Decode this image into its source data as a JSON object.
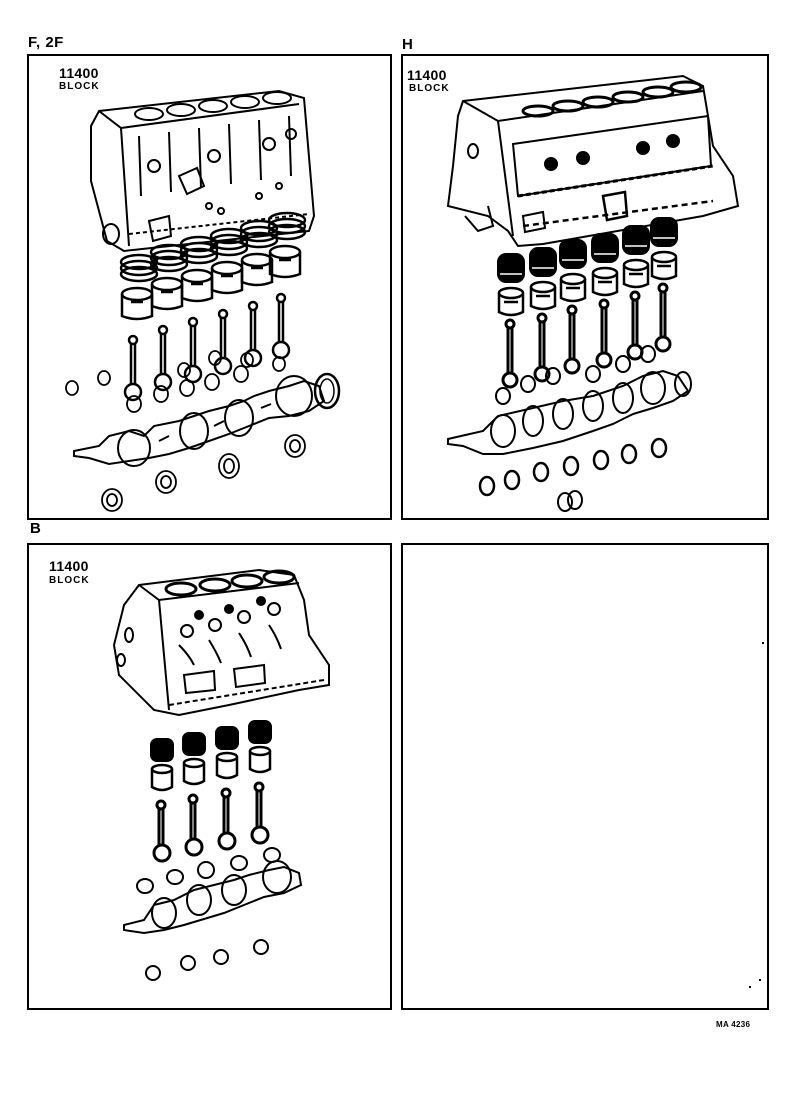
{
  "page": {
    "reference_code": "MA 4236",
    "colors": {
      "ink": "#000000",
      "paper": "#ffffff"
    }
  },
  "panels": [
    {
      "variant": "F, 2F",
      "part_number": "11400",
      "part_name": "BLOCK",
      "components": [
        "cylinder-block",
        "piston-rings",
        "pistons",
        "connecting-rods",
        "bearings",
        "crankshaft",
        "oil-seal"
      ],
      "cylinders": 6
    },
    {
      "variant": "H",
      "part_number": "11400",
      "part_name": "BLOCK",
      "components": [
        "cylinder-block",
        "piston-rings",
        "pistons",
        "connecting-rods",
        "bearings",
        "crankshaft",
        "thrust-washers"
      ],
      "cylinders": 6
    },
    {
      "variant": "B",
      "part_number": "11400",
      "part_name": "BLOCK",
      "components": [
        "cylinder-block",
        "piston-rings",
        "pistons",
        "connecting-rods",
        "bearings",
        "crankshaft"
      ],
      "cylinders": 4
    },
    {
      "variant": "",
      "part_number": "",
      "part_name": "",
      "components": [],
      "cylinders": 0
    }
  ]
}
